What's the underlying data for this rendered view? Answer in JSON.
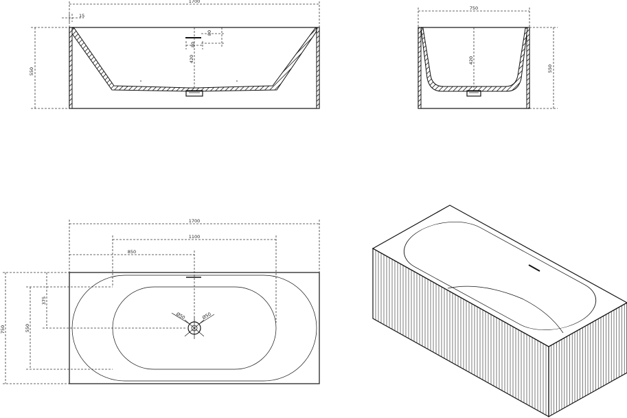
{
  "front_view": {
    "length": "1700",
    "wall": "15",
    "height": "550",
    "depth": "420",
    "overflow_h": "80",
    "overflow_w": "80"
  },
  "side_view": {
    "width": "750",
    "depth": "420",
    "height": "550"
  },
  "plan_view": {
    "length": "1700",
    "inner_length": "1100",
    "drain_offset": "850",
    "width": "750",
    "inner_width": "550",
    "drain_side": "375",
    "dia_left": "Ø50",
    "dia_right": "Ø50"
  },
  "iso_view": {}
}
